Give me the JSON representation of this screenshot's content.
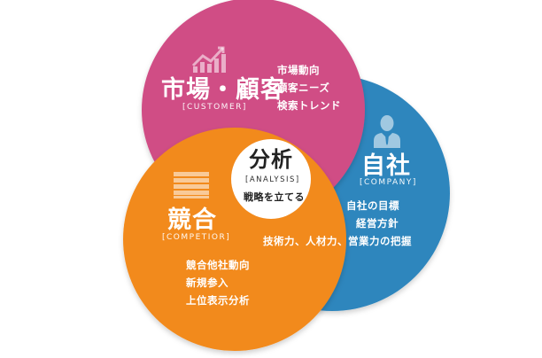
{
  "colors": {
    "customer": "#d04d85",
    "company": "#2f86bd",
    "competitor": "#f28a1c",
    "center": "#ffffff"
  },
  "customer": {
    "title": "市場・顧客",
    "subtitle": "[CUSTOMER]",
    "items": [
      "市場動向",
      "顧客ニーズ",
      "検索トレンド"
    ]
  },
  "company": {
    "title": "自社",
    "subtitle": "[COMPANY]",
    "items": [
      "自社の目標",
      "経営方針",
      "技術力、人材力、営業力の把握"
    ]
  },
  "competitor": {
    "title": "競合",
    "subtitle": "[COMPETIOR]",
    "items": [
      "競合他社動向",
      "新規参入",
      "上位表示分析"
    ]
  },
  "center": {
    "title": "分析",
    "subtitle": "[ANALYSIS]",
    "caption": "戦略を立てる"
  }
}
